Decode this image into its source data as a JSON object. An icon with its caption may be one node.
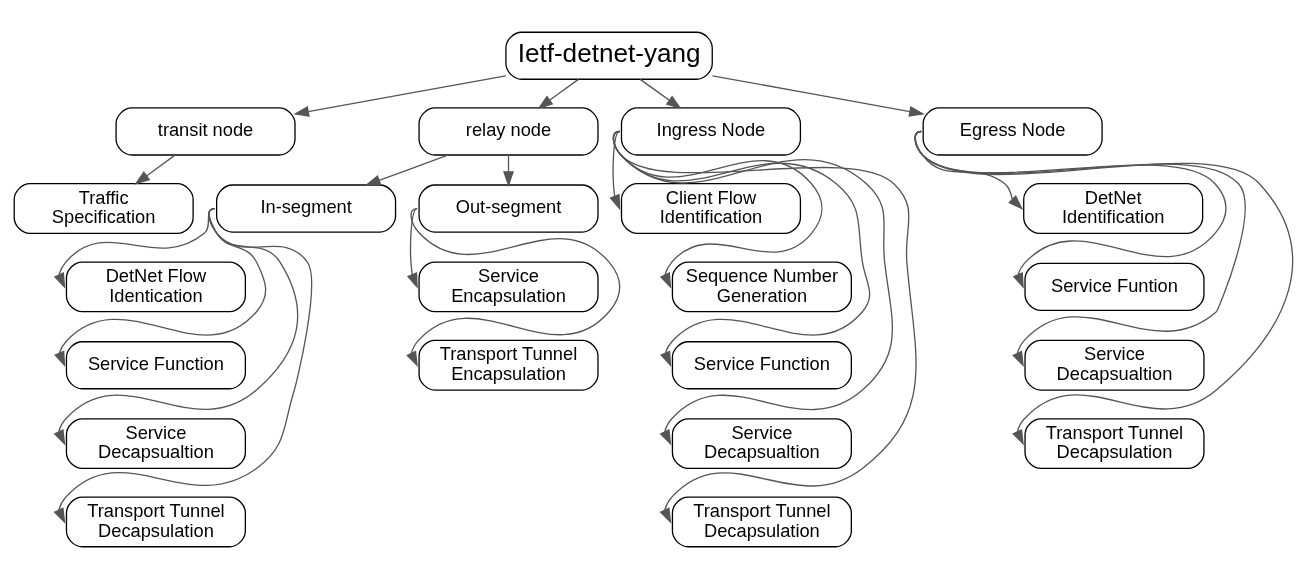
{
  "diagram": {
    "nodes": [
      {
        "text": [
          "Ietf-detnet-yang"
        ]
      },
      {
        "text": [
          "transit node"
        ]
      },
      {
        "text": [
          "Traffic Specification"
        ]
      },
      {
        "text": [
          "relay node"
        ]
      },
      {
        "text": [
          "In-segment"
        ]
      },
      {
        "text": [
          "DetNet Flow Identication"
        ]
      },
      {
        "text": [
          "Service Function"
        ]
      },
      {
        "text": [
          "Service Decapsualtion"
        ]
      },
      {
        "text": [
          "Transport Tunnel Decapsulation"
        ]
      },
      {
        "text": [
          "Out-segment"
        ]
      },
      {
        "text": [
          "Service Encapsulation"
        ]
      },
      {
        "text": [
          "Transport Tunnel Encapsulation"
        ]
      },
      {
        "text": [
          "Ingress Node"
        ]
      },
      {
        "text": [
          "Client Flow Identification"
        ]
      },
      {
        "text": [
          "Sequence Number Generation"
        ]
      },
      {
        "text": [
          "Service Function"
        ]
      },
      {
        "text": [
          "Service Decapsualtion"
        ]
      },
      {
        "text": [
          "Transport Tunnel Decapsulation"
        ]
      },
      {
        "text": [
          "Egress Node"
        ]
      },
      {
        "text": [
          "DetNet Identification"
        ]
      },
      {
        "text": [
          "Service Funtion"
        ]
      },
      {
        "text": [
          "Service Decapsualtion"
        ]
      },
      {
        "text": [
          "Transport Tunnel Decapsulation"
        ]
      }
    ],
    "edges": [
      {
        "from": 0,
        "to": 1,
        "arrow": "to"
      },
      {
        "from": 0,
        "to": 3,
        "arrow": "to"
      },
      {
        "from": 0,
        "to": 12,
        "arrow": "to"
      },
      {
        "from": 0,
        "to": 18,
        "arrow": "to"
      },
      {
        "from": 1,
        "to": 2,
        "arrow": "to"
      },
      {
        "from": 3,
        "to": 4,
        "arrow": "to"
      },
      {
        "from": 3,
        "to": 9,
        "arrow": "to"
      },
      {
        "from": 4,
        "to": 5,
        "arrow": "to"
      },
      {
        "from": 4,
        "to": 6,
        "arrow": "to"
      },
      {
        "from": 4,
        "to": 7,
        "arrow": "to"
      },
      {
        "from": 4,
        "to": 8,
        "arrow": "to"
      },
      {
        "from": 9,
        "to": 10,
        "arrow": "to"
      },
      {
        "from": 9,
        "to": 11,
        "arrow": "to"
      },
      {
        "from": 12,
        "to": 13,
        "arrow": "to"
      },
      {
        "from": 12,
        "to": 14,
        "arrow": "to"
      },
      {
        "from": 12,
        "to": 15,
        "arrow": "to"
      },
      {
        "from": 12,
        "to": 16,
        "arrow": "to"
      },
      {
        "from": 12,
        "to": 17,
        "arrow": "to"
      },
      {
        "from": 18,
        "to": 19,
        "arrow": "to"
      },
      {
        "from": 18,
        "to": 20,
        "arrow": "to"
      },
      {
        "from": 18,
        "to": 21,
        "arrow": "to"
      },
      {
        "from": 18,
        "to": 22,
        "arrow": "to"
      }
    ]
  }
}
